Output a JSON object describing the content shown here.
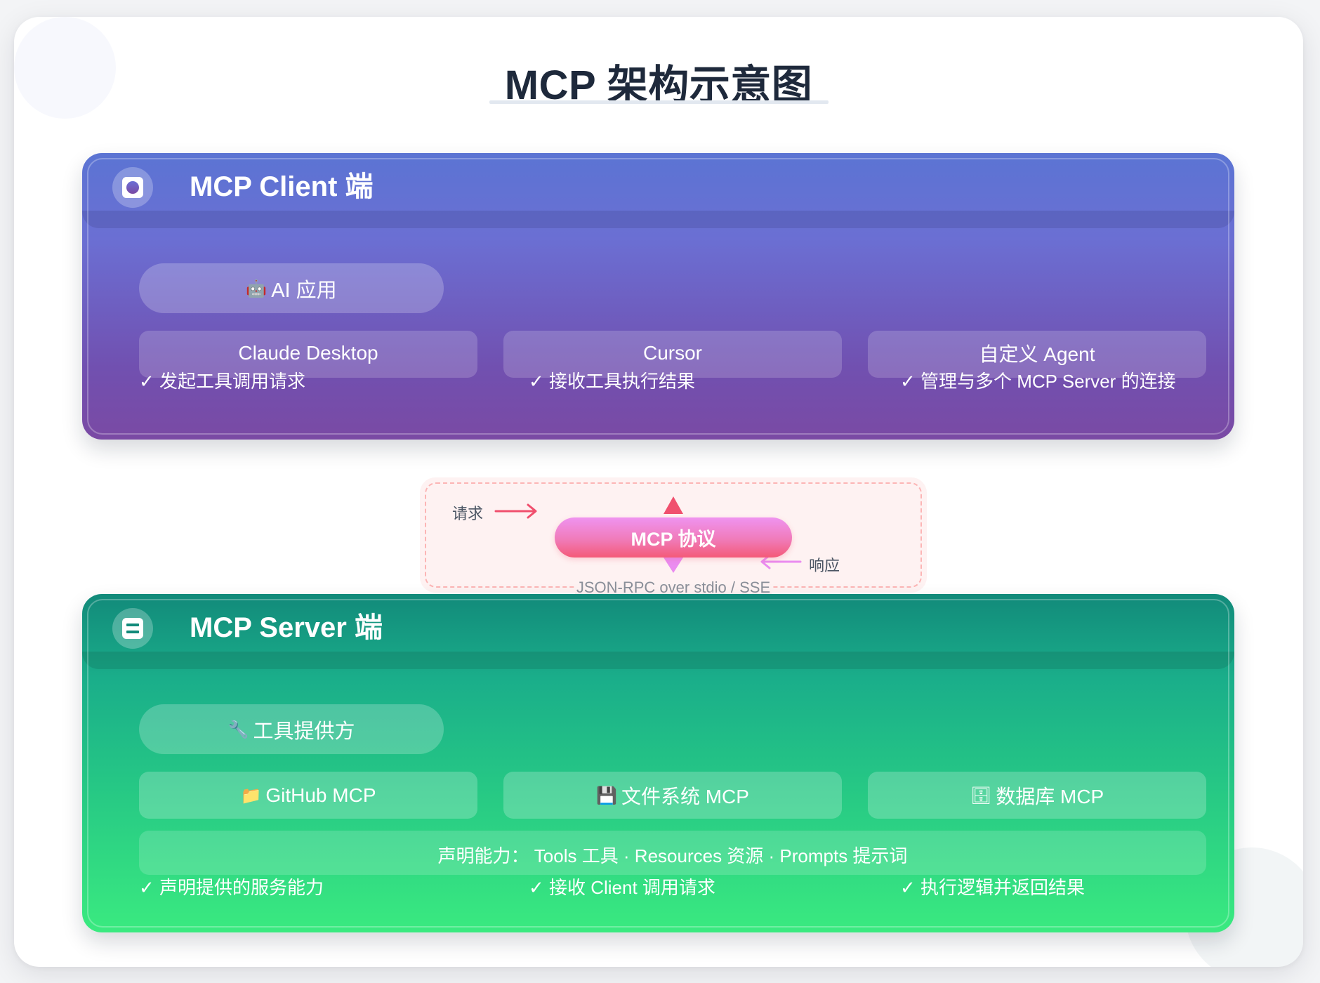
{
  "title": "MCP 架构示意图",
  "client": {
    "title": "MCP Client 端",
    "header_icon": "client-window-icon",
    "group_pill": {
      "icon": "🤖",
      "icon_name": "robot-icon",
      "label": "AI 应用"
    },
    "items": [
      {
        "label": "Claude Desktop"
      },
      {
        "label": "Cursor"
      },
      {
        "label": "自定义 Agent"
      }
    ],
    "checks": [
      "✓ 发起工具调用请求",
      "✓ 接收工具执行结果",
      "✓ 管理与多个 MCP Server 的连接"
    ],
    "colors": {
      "top": "#5b74d3",
      "bottom": "#7a4aa4"
    }
  },
  "protocol": {
    "request_label": "请求",
    "response_label": "响应",
    "pill_label": "MCP 协议",
    "transport": "JSON-RPC over stdio / SSE",
    "colors": {
      "request_arrow": "#f0506e",
      "response_arrow": "#ea8cf0",
      "box_bg": "#fef2f2",
      "box_border": "#fcb5b5"
    }
  },
  "server": {
    "title": "MCP Server 端",
    "header_icon": "server-rack-icon",
    "group_pill": {
      "icon": "🔧",
      "icon_name": "wrench-icon",
      "label": "工具提供方"
    },
    "items": [
      {
        "icon": "📁",
        "icon_name": "folder-icon",
        "label": "GitHub MCP"
      },
      {
        "icon": "💾",
        "icon_name": "floppy-disk-icon",
        "label": "文件系统 MCP"
      },
      {
        "icon": "🗄",
        "icon_name": "file-cabinet-icon",
        "label": "数据库 MCP"
      }
    ],
    "capabilities": "声明能力：  Tools 工具 · Resources 资源 · Prompts 提示词",
    "checks": [
      "✓ 声明提供的服务能力",
      "✓ 接收 Client 调用请求",
      "✓ 执行逻辑并返回结果"
    ],
    "colors": {
      "top": "#128a7a",
      "bottom": "#3aea80"
    }
  }
}
